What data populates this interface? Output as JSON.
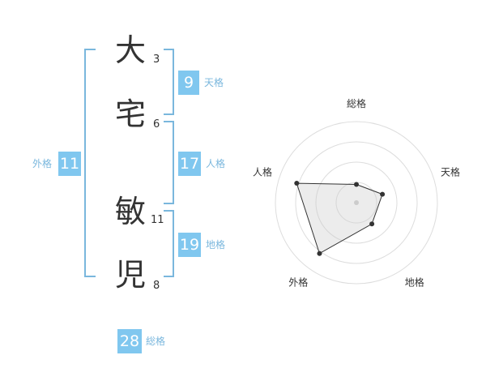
{
  "characters": [
    {
      "char": "大",
      "strokes": "3"
    },
    {
      "char": "宅",
      "strokes": "6"
    },
    {
      "char": "敏",
      "strokes": "11"
    },
    {
      "char": "児",
      "strokes": "8"
    }
  ],
  "colors": {
    "accent": "#80c7ef",
    "bracket": "#7ab7dd",
    "text": "#333333"
  },
  "kaku": {
    "tenkaku": {
      "value": "9",
      "label": "天格"
    },
    "jinkaku": {
      "value": "17",
      "label": "人格"
    },
    "chikaku": {
      "value": "19",
      "label": "地格"
    },
    "gaikaku": {
      "value": "11",
      "label": "外格"
    },
    "soukaku": {
      "value": "28",
      "label": "総格"
    }
  },
  "chart_data": {
    "type": "radar",
    "axes": [
      "総格",
      "天格",
      "地格",
      "外格",
      "人格"
    ],
    "rings": 4,
    "range": [
      0,
      4
    ],
    "values": [
      0.9,
      1.35,
      1.3,
      3.1,
      3.1
    ]
  }
}
